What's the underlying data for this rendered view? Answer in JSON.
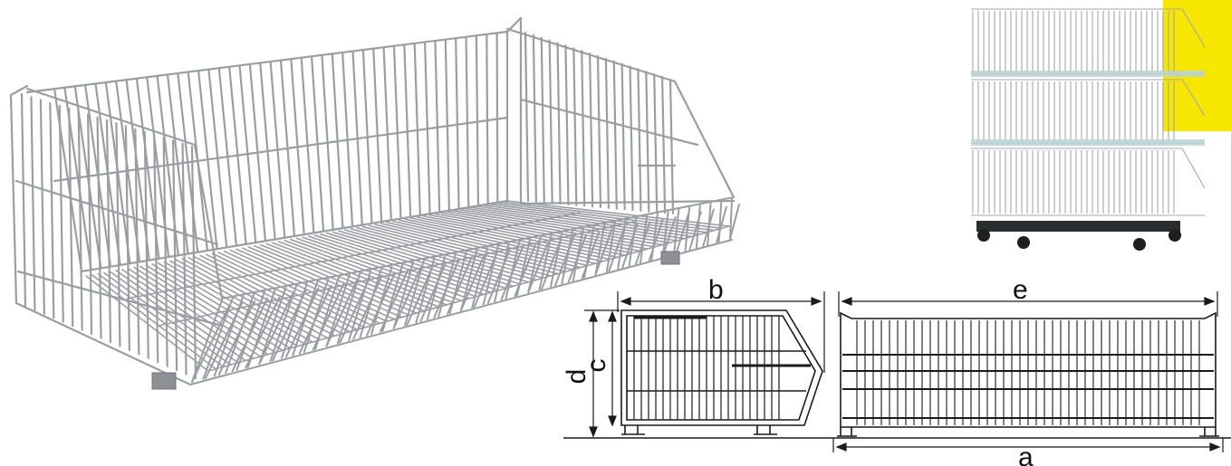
{
  "dimensions": {
    "a": "a",
    "b": "b",
    "c": "c",
    "d": "d",
    "e": "e"
  },
  "colors": {
    "wire": "#9a9ea3",
    "wire_dark": "#6f7378",
    "drawing_line": "#1a1a1a",
    "accent_yellow": "#f7e600",
    "glass_shelf": "#b9d3d0",
    "trolley_base": "#2b2d2f"
  },
  "images": {
    "main_product": "wire-basket-perspective",
    "inset_product": "three-tier-basket-stand-on-wheels",
    "side_view": "basket-side-profile-drawing",
    "front_view": "basket-front-elevation-drawing"
  }
}
